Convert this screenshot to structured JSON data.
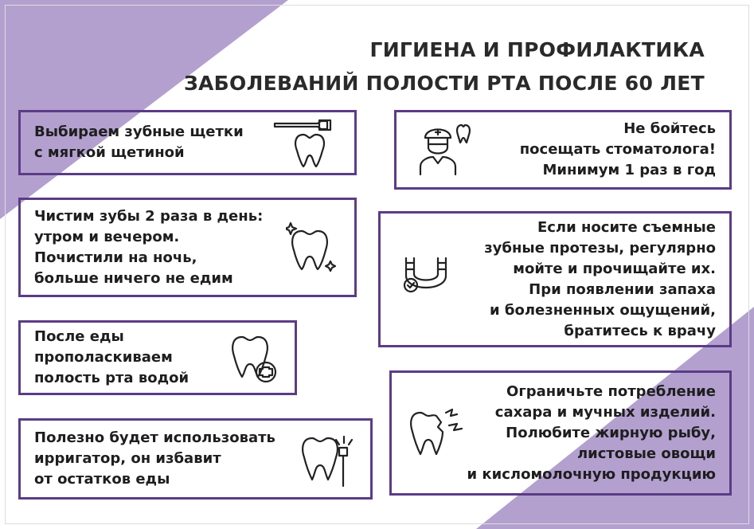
{
  "title": {
    "line1": "ГИГИЕНА И ПРОФИЛАКТИКА",
    "line2": "ЗАБОЛЕВАНИЙ ПОЛОСТИ РТА ПОСЛЕ 60 ЛЕТ"
  },
  "colors": {
    "accent": "#b3a0cf",
    "border": "#5b3c86"
  },
  "left": [
    {
      "lines": [
        "Выбираем зубные щетки",
        "с мягкой щетиной"
      ],
      "icon": "toothbrush-tooth-icon"
    },
    {
      "lines": [
        "Чистим зубы 2 раза в день:",
        "утром и вечером.",
        "Почистили на ночь,",
        "больше ничего не едим"
      ],
      "icon": "sparkling-tooth-icon"
    },
    {
      "lines": [
        "После еды",
        "прополаскиваем",
        "полость рта водой"
      ],
      "icon": "tooth-plus-icon"
    },
    {
      "lines": [
        "Полезно будет использовать",
        "ирригатор, он избавит",
        "от остатков еды"
      ],
      "icon": "tooth-irrigator-icon"
    }
  ],
  "right": [
    {
      "lines": [
        "Не бойтесь",
        "посещать стоматолога!",
        "Минимум 1 раз в год"
      ],
      "icon": "dentist-icon"
    },
    {
      "lines": [
        "Если носите съемные",
        "зубные протезы, регулярно",
        "мойте и прочищайте их.",
        "При появлении запаха",
        "и болезненных ощущений,",
        "братитесь к врачу"
      ],
      "icon": "denture-icon"
    },
    {
      "lines": [
        "Ограничьте потребление",
        "сахара и мучных изделий.",
        "Полюбите жирную рыбу,",
        "листовые овощи",
        "и кисломолочную продукцию"
      ],
      "icon": "broken-tooth-icon"
    }
  ]
}
